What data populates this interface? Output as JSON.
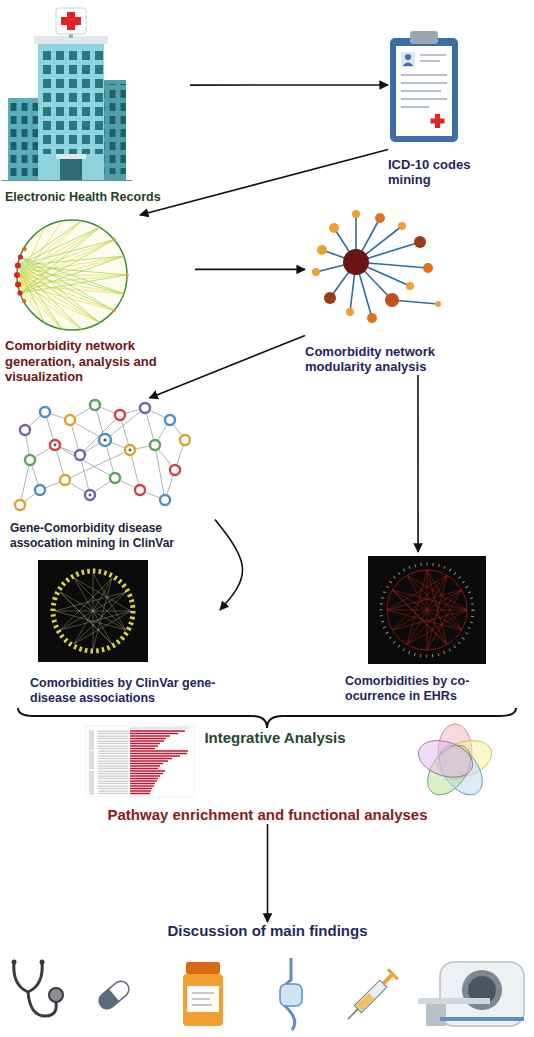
{
  "diagram": {
    "nodes": [
      {
        "text": [
          "Electronic Health Records"
        ]
      },
      {
        "text": [
          "ICD-10 codes mining"
        ]
      },
      {
        "text": [
          "Comorbidity network generation, analysis and visualization"
        ]
      },
      {
        "text": [
          "Comorbidity network modularity analysis"
        ]
      },
      {
        "text": [
          "Gene-Comorbidity disease assocation mining in ClinVar"
        ]
      },
      {
        "text": [
          "Comorbidities by ClinVar gene-disease associations"
        ]
      },
      {
        "text": [
          "Comorbidities by co-ocurrence in EHRs"
        ]
      },
      {
        "text": [
          "Pathway enrichment and functional analyses"
        ]
      },
      {
        "text": [
          "Discussion of main findings"
        ]
      }
    ],
    "edges": [
      {
        "from": 0,
        "to": 1,
        "arrow": "to"
      },
      {
        "from": 1,
        "to": 2,
        "arrow": "to"
      },
      {
        "from": 2,
        "to": 3,
        "arrow": "to"
      },
      {
        "from": 3,
        "to": 4,
        "arrow": "to"
      },
      {
        "from": 3,
        "to": 6,
        "arrow": "to"
      },
      {
        "from": 4,
        "to": 5,
        "arrow": "to"
      },
      {
        "from": 7,
        "to": 8,
        "arrow": "to"
      }
    ],
    "labels": [
      "Integrative Analysis"
    ]
  }
}
